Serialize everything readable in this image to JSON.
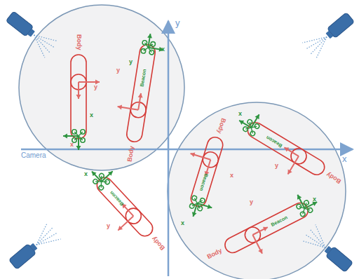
{
  "diagram": {
    "nodes": [
      {
        "text": [
          "Body"
        ]
      },
      {
        "text": [
          "Body",
          "Beacon"
        ]
      },
      {
        "text": [
          "Body",
          "Beacon"
        ]
      },
      {
        "text": [
          "Body",
          "Beacon"
        ]
      },
      {
        "text": [
          "Body",
          "Beacon"
        ]
      },
      {
        "text": [
          "Body",
          "Beacon"
        ]
      }
    ],
    "labels": [
      "y",
      "x",
      "Camera",
      "y",
      "x",
      "x",
      "y",
      "x",
      "y",
      "x",
      "y",
      "x",
      "x",
      "x",
      "y",
      "y",
      "x"
    ]
  }
}
